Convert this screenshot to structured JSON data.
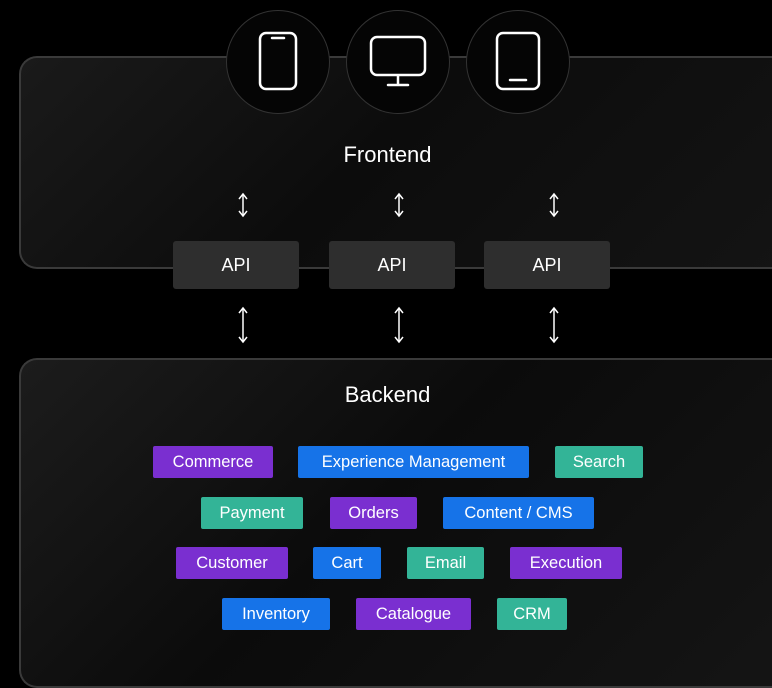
{
  "frontend": {
    "title": "Frontend",
    "devices": [
      {
        "icon": "smartphone-icon"
      },
      {
        "icon": "desktop-monitor-icon"
      },
      {
        "icon": "tablet-icon"
      }
    ]
  },
  "apis": [
    {
      "label": "API"
    },
    {
      "label": "API"
    },
    {
      "label": "API"
    }
  ],
  "backend": {
    "title": "Backend",
    "services": [
      {
        "label": "Commerce",
        "color": "purple"
      },
      {
        "label": "Experience Management",
        "color": "blue"
      },
      {
        "label": "Search",
        "color": "teal"
      },
      {
        "label": "Payment",
        "color": "teal"
      },
      {
        "label": "Orders",
        "color": "purple"
      },
      {
        "label": "Content / CMS",
        "color": "blue"
      },
      {
        "label": "Customer",
        "color": "purple"
      },
      {
        "label": "Cart",
        "color": "blue"
      },
      {
        "label": "Email",
        "color": "teal"
      },
      {
        "label": "Execution",
        "color": "purple"
      },
      {
        "label": "Inventory",
        "color": "blue"
      },
      {
        "label": "Catalogue",
        "color": "purple"
      },
      {
        "label": "CRM",
        "color": "teal"
      }
    ]
  },
  "colors": {
    "purple": "#7a2fd0",
    "blue": "#1673e8",
    "teal": "#33b497",
    "api_box": "#2e2e2e"
  }
}
